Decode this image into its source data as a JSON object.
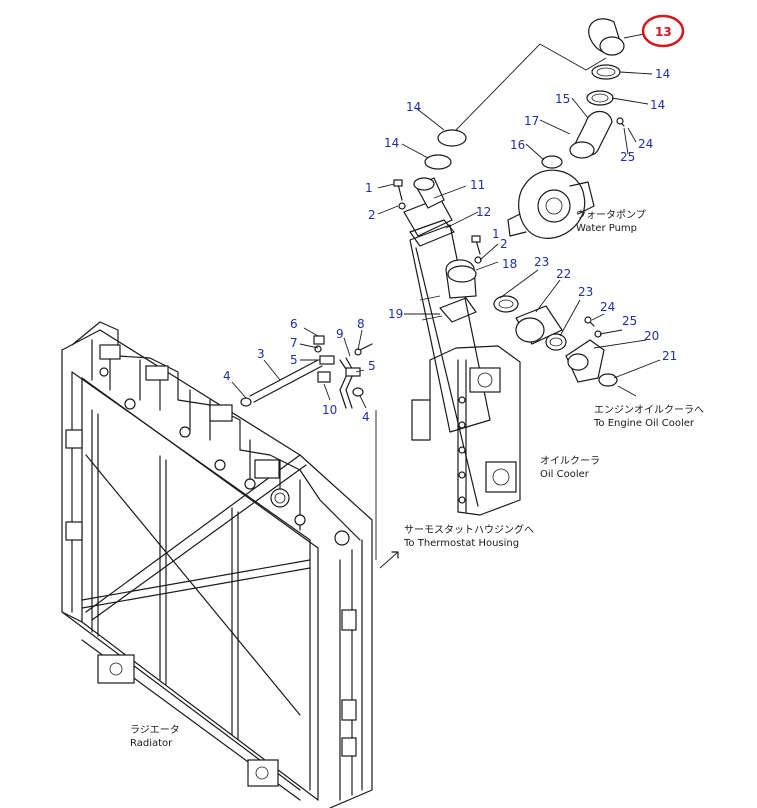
{
  "callouts": {
    "c13": "13",
    "c14a": "14",
    "c14b": "14",
    "c14c": "14",
    "c14d": "14",
    "c15": "15",
    "c17": "17",
    "c24a": "24",
    "c25a": "25",
    "c16": "16",
    "c1a": "1",
    "c11": "11",
    "c2a": "2",
    "c12": "12",
    "c1b": "1",
    "c2b": "2",
    "c18": "18",
    "c23a": "23",
    "c22": "22",
    "c23b": "23",
    "c24b": "24",
    "c25b": "25",
    "c20": "20",
    "c21": "21",
    "c19": "19",
    "c6": "6",
    "c7": "7",
    "c5a": "5",
    "c9": "9",
    "c8": "8",
    "c3": "3",
    "c5b": "5",
    "c4a": "4",
    "c10": "10",
    "c4b": "4"
  },
  "labels": {
    "water_pump_jp": "ウォータポンプ",
    "water_pump_en": "Water Pump",
    "engine_oil_cooler_jp": "エンジンオイルクーラへ",
    "engine_oil_cooler_en": "To Engine Oil Cooler",
    "oil_cooler_jp": "オイルクーラ",
    "oil_cooler_en": "Oil Cooler",
    "thermostat_jp": "サーモスタットハウジングへ",
    "thermostat_en": "To Thermostat Housing",
    "radiator_jp": "ラジエータ",
    "radiator_en": "Radiator"
  },
  "highlight": {
    "part": "13",
    "color": "#d9141b"
  },
  "callout_color": "#1f2fa6"
}
